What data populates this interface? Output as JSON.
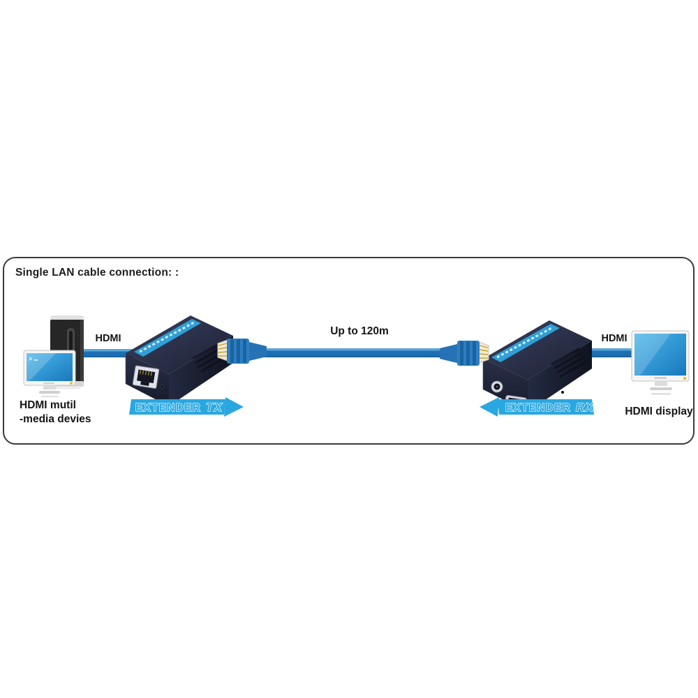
{
  "diagram": {
    "title": "Single LAN cable connection: :",
    "source_device": {
      "label_line1": "HDMI mutil",
      "label_line2": "-media devies"
    },
    "display_device": {
      "label": "HDMI display"
    },
    "left_cable_label": "HDMI",
    "right_cable_label": "HDMI",
    "lan_cable_label": "Up to 120m",
    "tx_badge": {
      "word": "EXTENDER",
      "suffix": "TX"
    },
    "rx_badge": {
      "word": "EXTENDER",
      "suffix": "RX"
    },
    "colors": {
      "frame_border": "#3a3a3a",
      "badge_blue": "#2aa7e0",
      "cable_blue": "#1b6fb2",
      "cable_highlight": "#57a4d6",
      "device_body_dark": "#1c2033",
      "device_label_strip": "#2f9fd6",
      "screen_blue": "#2da0dd",
      "indicator_yellow": "#dec32f"
    }
  }
}
